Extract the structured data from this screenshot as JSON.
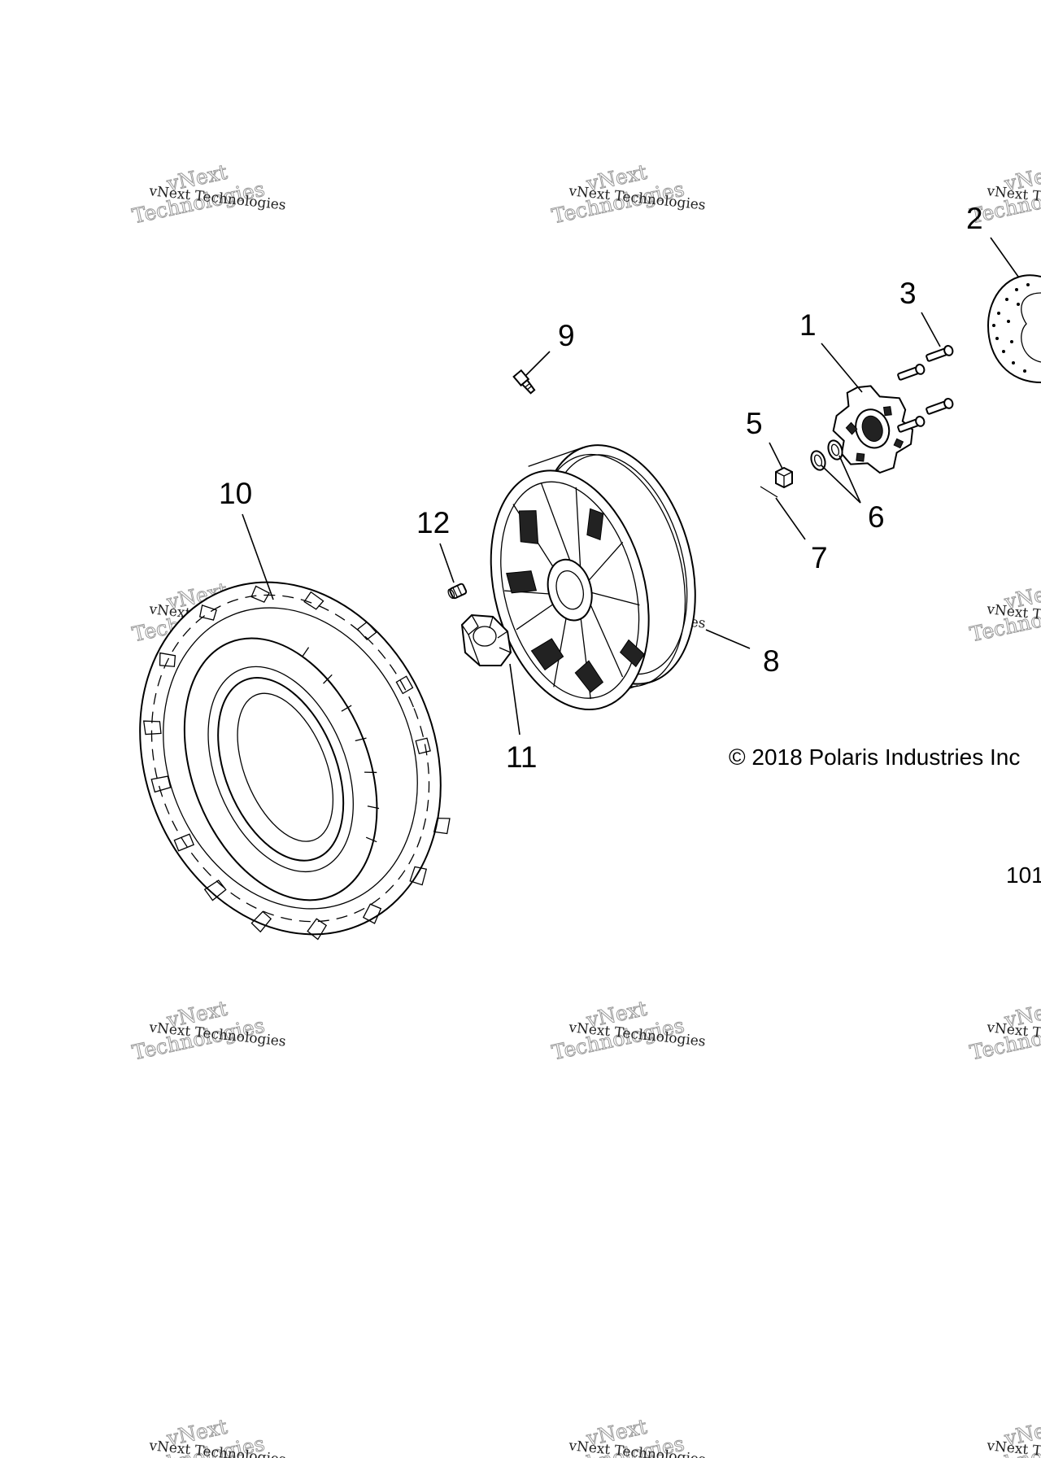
{
  "callouts": [
    "1",
    "2",
    "3",
    "5",
    "6",
    "7",
    "8",
    "9",
    "10",
    "11",
    "12"
  ],
  "copyright": "© 2018 Polaris Industries Inc",
  "figure_number": "101",
  "watermark": {
    "line1": "vNext Technologies",
    "line2a": "vNext",
    "line2b": "Technologies"
  }
}
